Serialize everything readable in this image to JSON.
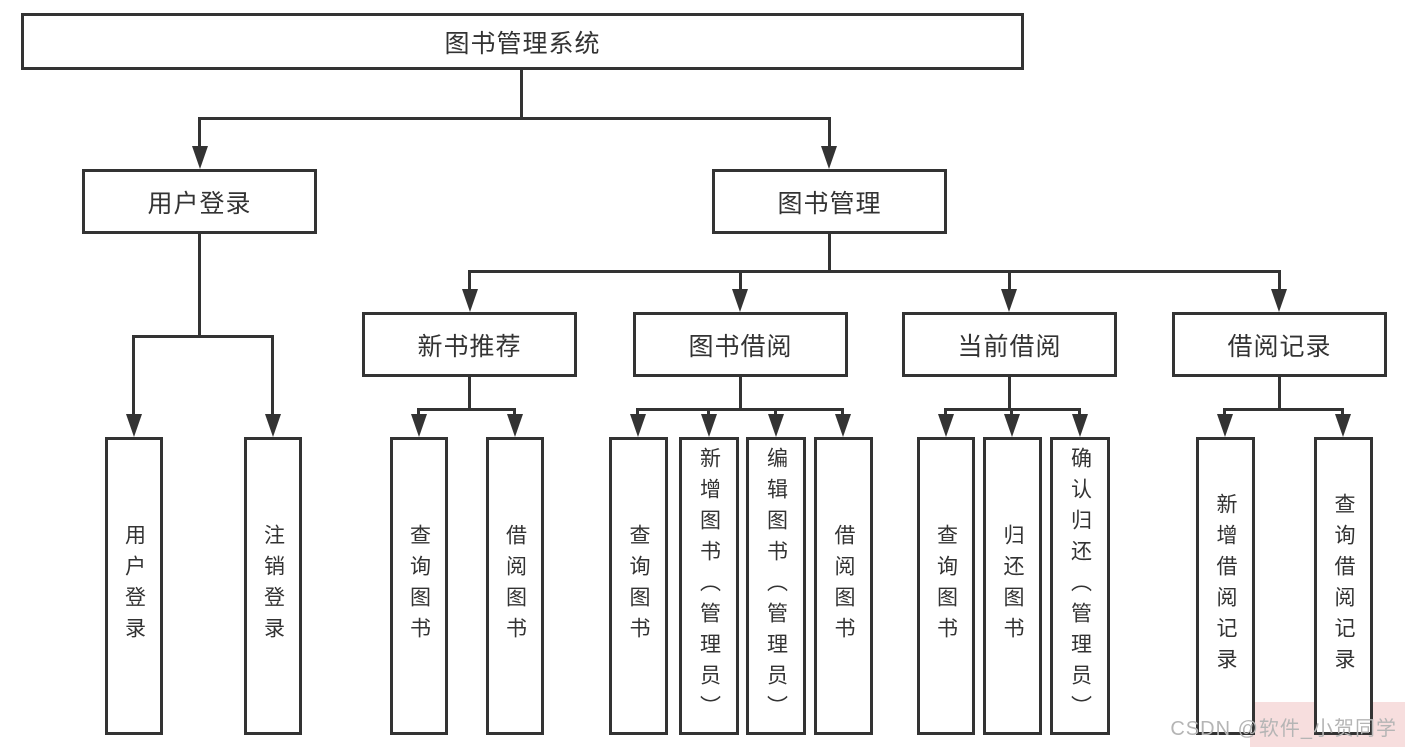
{
  "title": "图书管理系统",
  "watermark": {
    "text": "CSDN @软件_小贺同学"
  },
  "colors": {
    "line": "#333333",
    "box_border": "#333333",
    "text": "#333333",
    "background": "#ffffff",
    "watermark_text": "#b5b5b5",
    "watermark_bg": "#f7dede"
  },
  "tree": {
    "root": {
      "label": "图书管理系统"
    },
    "children": [
      {
        "label": "用户登录",
        "children": [
          "用户登录",
          "注销登录"
        ]
      },
      {
        "label": "图书管理",
        "children": [
          {
            "label": "新书推荐",
            "children": [
              "查询图书",
              "借阅图书"
            ]
          },
          {
            "label": "图书借阅",
            "children": [
              "查询图书",
              "新增图书（管理员）",
              "编辑图书（管理员）",
              "借阅图书"
            ]
          },
          {
            "label": "当前借阅",
            "children": [
              "查询图书",
              "归还图书",
              "确认归还（管理员）"
            ]
          },
          {
            "label": "借阅记录",
            "children": [
              "新增借阅记录",
              "查询借阅记录"
            ]
          }
        ]
      }
    ]
  }
}
